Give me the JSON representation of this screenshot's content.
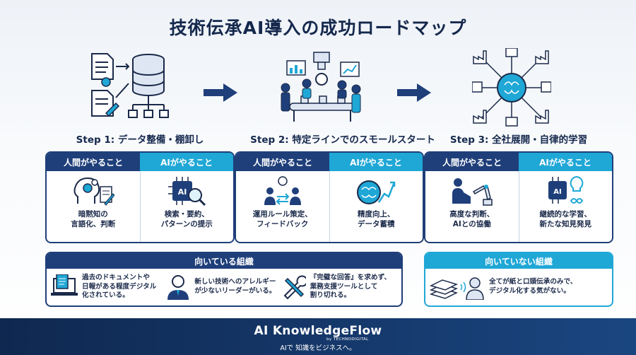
{
  "title": "技術伝承AI導入の成功ロードマップ",
  "steps": [
    {
      "label": "Step 1: データ整備・棚卸し",
      "human_head": "人間がやること",
      "ai_head": "AIがやること",
      "human_text": "暗黙知の\n言語化、判断",
      "ai_text": "検索・要約、\nパターンの提示",
      "ai_chip": "AI"
    },
    {
      "label": "Step 2: 特定ラインでのスモールスタート",
      "human_head": "人間がやること",
      "ai_head": "AIがやること",
      "human_text": "運用ルール策定、\nフィードバック",
      "ai_text": "精度向上、\nデータ蓄積"
    },
    {
      "label": "Step 3: 全社展開・自律的学習",
      "human_head": "人間がやること",
      "ai_head": "AIがやること",
      "human_text": "高度な判断、\nAIとの協働",
      "ai_text": "継続的な学習、\n新たな知見発見",
      "ai_chip": "AI"
    }
  ],
  "suitable": {
    "heading": "向いている組織",
    "items": [
      "過去のドキュメントや\n日報がある程度デジタル\n化されている。",
      "新しい技術へのアレルギー\nが少ないリーダーがいる。",
      "『完璧な回答』を求めず、\n業務支援ツールとして\n割り切れる。"
    ]
  },
  "unsuitable": {
    "heading": "向いていない組織",
    "items": [
      "全てが紙と口頭伝承のみで、\nデジタル化する気がない。"
    ]
  },
  "footer": {
    "brand": "AI KnowledgeFlow",
    "brand_sub": "by TECHNODIGITAL",
    "tagline": "AIで 知識をビジネスへ。"
  },
  "colors": {
    "navy": "#1f3f7a",
    "cyan": "#1fa7d6",
    "footer": "#0f2850"
  }
}
